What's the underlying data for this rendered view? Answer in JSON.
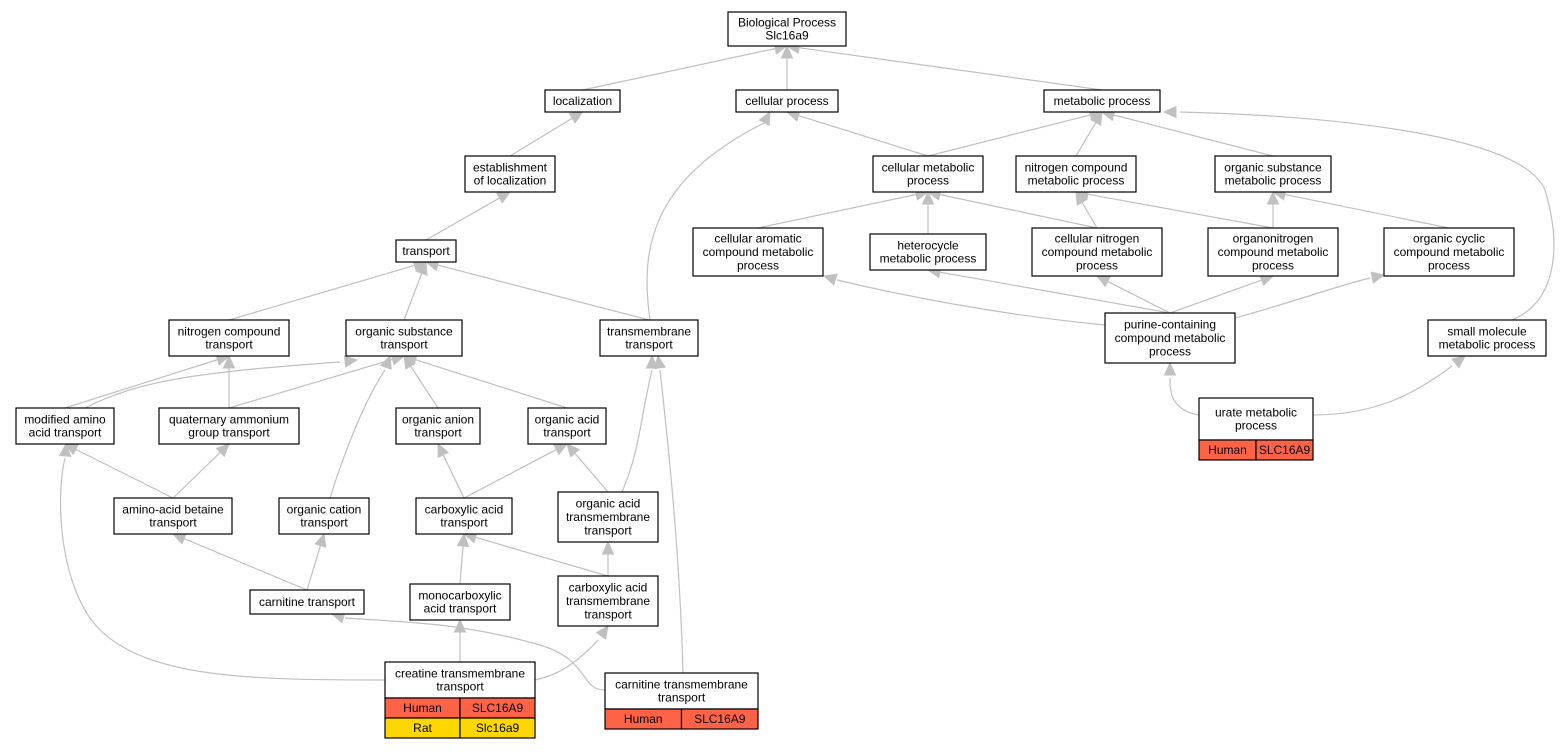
{
  "colors": {
    "edge": "#c0c0c0",
    "Human": "#ff6347",
    "Rat": "#ffd700"
  },
  "nodes": [
    {
      "id": "bp",
      "lines": [
        "Biological Process",
        "Slc16a9"
      ]
    },
    {
      "id": "loc",
      "lines": [
        "localization"
      ]
    },
    {
      "id": "cp",
      "lines": [
        "cellular process"
      ]
    },
    {
      "id": "mp",
      "lines": [
        "metabolic process"
      ]
    },
    {
      "id": "eol",
      "lines": [
        "establishment",
        "of localization"
      ]
    },
    {
      "id": "cmp",
      "lines": [
        "cellular metabolic",
        "process"
      ]
    },
    {
      "id": "ncmp",
      "lines": [
        "nitrogen compound",
        "metabolic process"
      ]
    },
    {
      "id": "osmp",
      "lines": [
        "organic substance",
        "metabolic process"
      ]
    },
    {
      "id": "transport",
      "lines": [
        "transport"
      ]
    },
    {
      "id": "cacmp",
      "lines": [
        "cellular aromatic",
        "compound metabolic",
        "process"
      ]
    },
    {
      "id": "hmp",
      "lines": [
        "heterocycle",
        "metabolic process"
      ]
    },
    {
      "id": "cncmp",
      "lines": [
        "cellular nitrogen",
        "compound metabolic",
        "process"
      ]
    },
    {
      "id": "oncmp",
      "lines": [
        "organonitrogen",
        "compound metabolic",
        "process"
      ]
    },
    {
      "id": "occmp",
      "lines": [
        "organic cyclic",
        "compound metabolic",
        "process"
      ]
    },
    {
      "id": "nct",
      "lines": [
        "nitrogen compound",
        "transport"
      ]
    },
    {
      "id": "ost",
      "lines": [
        "organic substance",
        "transport"
      ]
    },
    {
      "id": "tmt",
      "lines": [
        "transmembrane",
        "transport"
      ]
    },
    {
      "id": "pccmp",
      "lines": [
        "purine-containing",
        "compound metabolic",
        "process"
      ]
    },
    {
      "id": "smmp",
      "lines": [
        "small molecule",
        "metabolic process"
      ]
    },
    {
      "id": "mat",
      "lines": [
        "modified amino",
        "acid transport"
      ]
    },
    {
      "id": "qagt",
      "lines": [
        "quaternary ammonium",
        "group transport"
      ]
    },
    {
      "id": "oant",
      "lines": [
        "organic anion",
        "transport"
      ]
    },
    {
      "id": "oat",
      "lines": [
        "organic acid",
        "transport"
      ]
    },
    {
      "id": "ump",
      "lines": [
        "urate metabolic",
        "process"
      ],
      "rows": [
        [
          "Human",
          "SLC16A9"
        ]
      ]
    },
    {
      "id": "aabt",
      "lines": [
        "amino-acid betaine",
        "transport"
      ]
    },
    {
      "id": "oct",
      "lines": [
        "organic cation",
        "transport"
      ]
    },
    {
      "id": "cat",
      "lines": [
        "carboxylic acid",
        "transport"
      ]
    },
    {
      "id": "oatmt",
      "lines": [
        "organic acid",
        "transmembrane",
        "transport"
      ]
    },
    {
      "id": "ct",
      "lines": [
        "carnitine transport"
      ]
    },
    {
      "id": "mcat",
      "lines": [
        "monocarboxylic",
        "acid transport"
      ]
    },
    {
      "id": "catmt",
      "lines": [
        "carboxylic acid",
        "transmembrane",
        "transport"
      ]
    },
    {
      "id": "crtmt",
      "lines": [
        "creatine transmembrane",
        "transport"
      ],
      "rows": [
        [
          "Human",
          "SLC16A9"
        ],
        [
          "Rat",
          "Slc16a9"
        ]
      ]
    },
    {
      "id": "cttmt",
      "lines": [
        "carnitine transmembrane",
        "transport"
      ],
      "rows": [
        [
          "Human",
          "SLC16A9"
        ]
      ]
    }
  ],
  "edges": [
    [
      "loc",
      "bp"
    ],
    [
      "cp",
      "bp"
    ],
    [
      "mp",
      "bp"
    ],
    [
      "eol",
      "loc"
    ],
    [
      "transport",
      "eol"
    ],
    [
      "cmp",
      "cp"
    ],
    [
      "cmp",
      "mp"
    ],
    [
      "ncmp",
      "mp"
    ],
    [
      "osmp",
      "mp"
    ],
    [
      "smmp",
      "mp"
    ],
    [
      "cacmp",
      "cmp"
    ],
    [
      "hmp",
      "cmp"
    ],
    [
      "cncmp",
      "cmp"
    ],
    [
      "cncmp",
      "ncmp"
    ],
    [
      "oncmp",
      "ncmp"
    ],
    [
      "oncmp",
      "osmp"
    ],
    [
      "occmp",
      "osmp"
    ],
    [
      "pccmp",
      "cacmp"
    ],
    [
      "pccmp",
      "hmp"
    ],
    [
      "pccmp",
      "cncmp"
    ],
    [
      "pccmp",
      "oncmp"
    ],
    [
      "pccmp",
      "occmp"
    ],
    [
      "nct",
      "transport"
    ],
    [
      "ost",
      "transport"
    ],
    [
      "tmt",
      "transport"
    ],
    [
      "tmt",
      "cp"
    ],
    [
      "mat",
      "nct"
    ],
    [
      "mat",
      "ost"
    ],
    [
      "qagt",
      "nct"
    ],
    [
      "qagt",
      "ost"
    ],
    [
      "oant",
      "ost"
    ],
    [
      "oat",
      "ost"
    ],
    [
      "oct",
      "ost"
    ],
    [
      "aabt",
      "mat"
    ],
    [
      "aabt",
      "qagt"
    ],
    [
      "cat",
      "oant"
    ],
    [
      "cat",
      "oat"
    ],
    [
      "oatmt",
      "oat"
    ],
    [
      "oatmt",
      "tmt"
    ],
    [
      "ct",
      "aabt"
    ],
    [
      "ct",
      "oct"
    ],
    [
      "mcat",
      "cat"
    ],
    [
      "catmt",
      "cat"
    ],
    [
      "catmt",
      "oatmt"
    ],
    [
      "crtmt",
      "mat"
    ],
    [
      "crtmt",
      "mcat"
    ],
    [
      "crtmt",
      "catmt"
    ],
    [
      "cttmt",
      "ct"
    ],
    [
      "cttmt",
      "tmt"
    ],
    [
      "ump",
      "pccmp"
    ],
    [
      "ump",
      "smmp"
    ]
  ]
}
